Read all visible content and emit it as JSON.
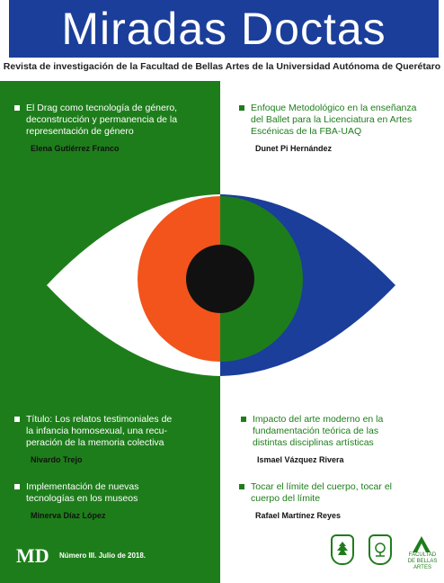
{
  "masthead": {
    "title": "Miradas Doctas",
    "subtitle": "Revista de investigación de la Facultad de Bellas Artes de la Universidad Autónoma de Querétaro"
  },
  "colors": {
    "masthead_blue": "#1a3e9a",
    "green": "#1e7d1b",
    "iris_orange": "#f2541c",
    "iris_blue": "#1a3e9a",
    "pupil": "#111111"
  },
  "articles": [
    {
      "title_lines": [
        "El Drag como tecnología de género,",
        "deconstrucción y permanencia de la",
        "representación de género"
      ],
      "author": "Elena Gutiérrez Franco"
    },
    {
      "title_lines": [
        "Enfoque Metodológico en la enseñanza",
        "del Ballet para la Licenciatura en Artes",
        "Escénicas de la FBA-UAQ"
      ],
      "author": "Dunet Pi Hernández"
    },
    {
      "title_lines": [
        "Título: Los relatos testimoniales de",
        "la infancia homosexual, una recu-",
        "peración de la memoria colectiva"
      ],
      "author": "Nivardo Trejo"
    },
    {
      "title_lines": [
        "Impacto del arte moderno en la",
        "fundamentación teórica de las",
        "distintas disciplinas artísticas"
      ],
      "author": "Ismael Vázquez Rivera"
    },
    {
      "title_lines": [
        "Implementación de nuevas",
        "tecnologías en los museos"
      ],
      "author": "Minerva Díaz López"
    },
    {
      "title_lines": [
        "Tocar el límite del cuerpo, tocar el",
        "cuerpo del límite"
      ],
      "author": "Rafael Martínez Reyes"
    }
  ],
  "footer": {
    "logo": "MD",
    "issue": "Número III. Julio de 2018.",
    "fba_lines": [
      "FACULTAD",
      "DE BELLAS",
      "ARTES"
    ],
    "seal_icons": [
      "uaq-seal-icon",
      "fba-seal-icon",
      "fba-a-logo-icon"
    ]
  }
}
